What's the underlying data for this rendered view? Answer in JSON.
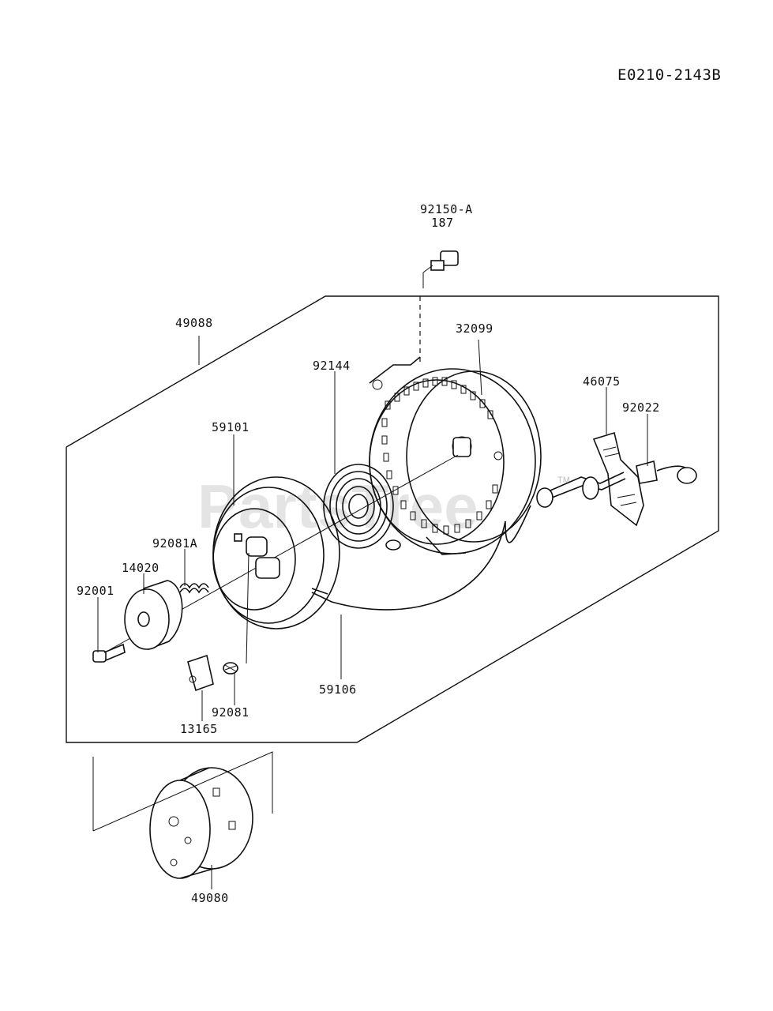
{
  "diagram": {
    "code": "E0210-2143B",
    "watermark": "PartsTree",
    "trademark": "TM",
    "labels": {
      "p92150a": "92150-A",
      "p187": "187",
      "p49088": "49088",
      "p32099": "32099",
      "p92144": "92144",
      "p46075": "46075",
      "p92022": "92022",
      "p59101": "59101",
      "p92081a": "92081A",
      "p14020": "14020",
      "p92001": "92001",
      "p59106": "59106",
      "p92081": "92081",
      "p13165": "13165",
      "p49080": "49080"
    }
  }
}
